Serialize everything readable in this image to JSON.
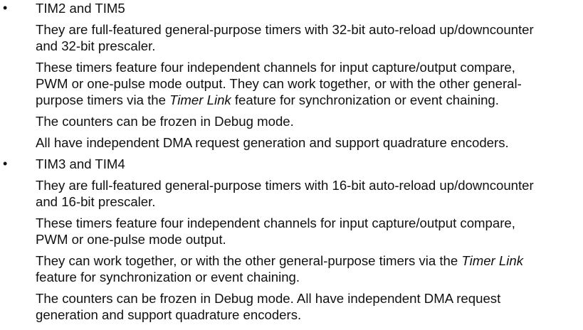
{
  "sections": [
    {
      "title": "TIM2 and TIM5",
      "p1": {
        "l1": "They are full-featured general-purpose timers with 32-bit auto-reload up/downcounter",
        "l2": "and 32-bit prescaler."
      },
      "p2": {
        "l1": "These timers feature four independent channels for input capture/output compare,",
        "l2": "PWM or one-pulse mode output. They can work together, or with the other general-",
        "l3_pre": "purpose timers via the ",
        "l3_em": "Timer Link",
        "l3_post": " feature for synchronization or event chaining."
      },
      "p3": {
        "l1": "The counters can be frozen in Debug mode."
      },
      "p4": {
        "l1": "All have independent DMA request generation and support quadrature encoders."
      }
    },
    {
      "title": "TIM3 and TIM4",
      "p1": {
        "l1": "They are full-featured general-purpose timers with 16-bit auto-reload up/downcounter",
        "l2": "and 16-bit prescaler."
      },
      "p2": {
        "l1": "These timers feature four independent channels for input capture/output compare,",
        "l2": "PWM or one-pulse mode output."
      },
      "p3": {
        "l1_pre": "They can work together, or with the other general-purpose timers via the ",
        "l1_em": "Timer Link",
        "l2": "feature for synchronization or event chaining."
      },
      "p4": {
        "l1": "The counters can be frozen in Debug mode. All have independent DMA request",
        "l2": "generation and support quadrature encoders."
      }
    }
  ]
}
